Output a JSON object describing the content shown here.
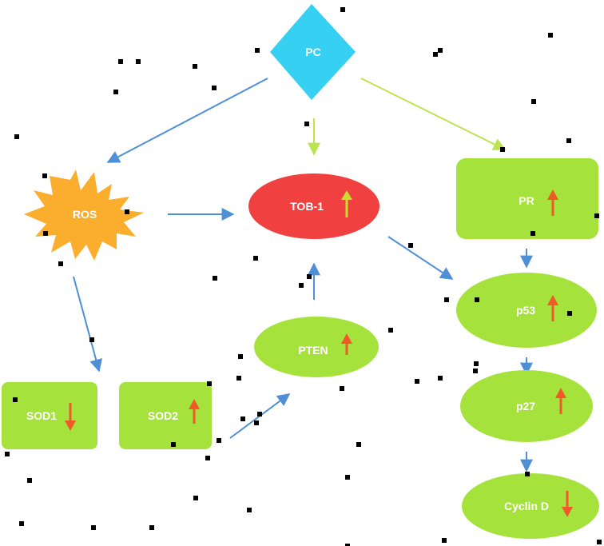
{
  "colors": {
    "source": "#35d0f2",
    "stress": "#fbad2e",
    "focus": "#f04040",
    "node": "#a6e23c",
    "edge_blue": "#4e8fd6",
    "edge_green": "#bde34e",
    "arrow_up": "#f05a28",
    "arrow_up_focus": "#c8e02c",
    "arrow_down": "#f05a28",
    "speckle": "#000000"
  },
  "nodes": {
    "pc": {
      "label": "PC"
    },
    "ros": {
      "label": "ROS"
    },
    "tob1": {
      "label": "TOB-1",
      "trend": "up"
    },
    "pr": {
      "label": "PR",
      "trend": "up"
    },
    "p53": {
      "label": "p53",
      "trend": "up"
    },
    "p27": {
      "label": "p27",
      "trend": "up"
    },
    "cyclin_d": {
      "label": "Cyclin D",
      "trend": "down"
    },
    "pten": {
      "label": "PTEN",
      "trend": "up"
    },
    "sod1": {
      "label": "SOD1",
      "trend": "down"
    },
    "sod2": {
      "label": "SOD2",
      "trend": "up"
    }
  }
}
